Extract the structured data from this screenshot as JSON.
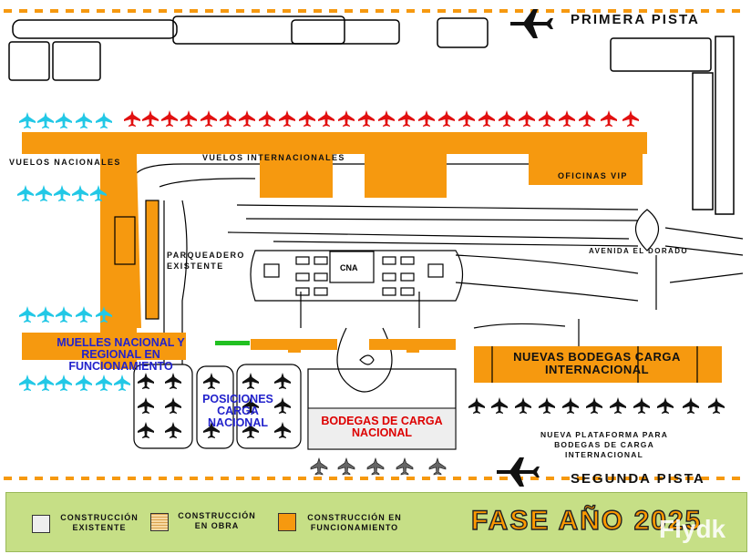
{
  "runways": {
    "top": "PRIMERA  PISTA",
    "bottom": "SEGUNDA PISTA"
  },
  "labels": {
    "nacionales": "VUELOS NACIONALES",
    "internacionales": "VUELOS INTERNACIONALES",
    "oficinas": "OFICINAS VIP",
    "parqueadero": "PARQUEADERO EXISTENTE",
    "cna": "CNA",
    "avenida": "AVENIDA EL DORADO",
    "muelles": "MUELLES NACIONAL Y REGIONAL EN FUNCIONAMIENTO",
    "posiciones": "POSICIONES CARGA NACIONAL",
    "bodegas_nac": "BODEGAS DE CARGA NACIONAL",
    "bodegas_int": "NUEVAS BODEGAS CARGA INTERNACIONAL",
    "plataforma": "NUEVA PLATAFORMA PARA BODEGAS DE CARGA INTERNACIONAL"
  },
  "legend": {
    "items": [
      {
        "label": "CONSTRUCCIÓN EXISTENTE",
        "color": "#eeeeee"
      },
      {
        "label": "CONSTRUCCIÓN EN OBRA",
        "color": "#f7d9a3"
      },
      {
        "label": "CONSTRUCCIÓN EN FUNCIONAMIENTO",
        "color": "#f6990f"
      }
    ],
    "phase": "FASE  AÑO  2025"
  },
  "watermark": "Flydk",
  "colors": {
    "orange": "#f6990f",
    "cyan": "#22c8e6",
    "red": "#e21010",
    "green": "#21c021",
    "legend_bg": "#c6df86"
  }
}
